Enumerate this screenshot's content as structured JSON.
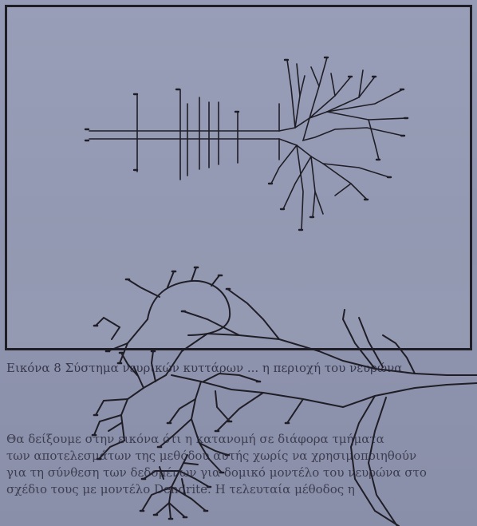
{
  "caption": {
    "label": "Εικόνα 8",
    "text": "Σύστημα νευρικών κυττάρων ... η περιοχή του νευρώνα"
  },
  "paragraph": {
    "lines": [
      "Θα δείξουμε στην εικόνα ότι η κατανομή σε διάφορα τμήματα",
      "των αποτελεσμάτων της μεθόδου αυτής χωρίς να χρησιμοποιηθούν",
      "για τη σύνθεση των δεδομένων για δομικό μοντέλο του νευρώνα στο",
      "σχέδιο τους με μοντέλο Dendrite. Η τελευταία μέθοδος η"
    ]
  },
  "colors": {
    "paper": "#8f93ad",
    "ink": "#1f1d26"
  }
}
